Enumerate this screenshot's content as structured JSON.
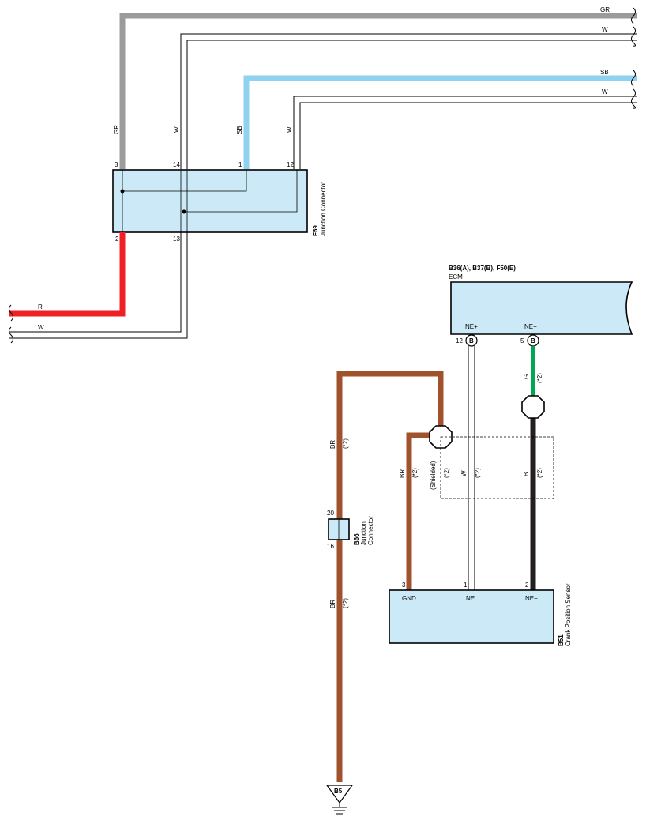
{
  "colors": {
    "GR": "#9b9b9b",
    "SB": "#8fd2ef",
    "R": "#ee2025",
    "BR": "#a0522d",
    "G": "#00a651",
    "B": "#231f20",
    "box_fill": "#cce9f7"
  },
  "junction_f59": {
    "code": "F59",
    "name": "Junction Connector",
    "pins_top": [
      "3",
      "14",
      "1",
      "12"
    ],
    "pins_bottom": [
      "2",
      "13"
    ]
  },
  "ecm": {
    "codes": "B36(A), B37(B), F50(E)",
    "name": "ECM",
    "pin_ne_plus": {
      "num": "12",
      "conn": "B",
      "label": "NE+"
    },
    "pin_ne_minus": {
      "num": "5",
      "conn": "B",
      "label": "NE−"
    }
  },
  "junction_b66": {
    "code": "B66",
    "name_1": "Junction",
    "name_2": "Connector",
    "pin_top": "20",
    "pin_bottom": "16"
  },
  "sensor_b51": {
    "code": "B51",
    "name": "Crank Position Sensor",
    "pins": [
      {
        "num": "3",
        "label": "GND"
      },
      {
        "num": "1",
        "label": "NE"
      },
      {
        "num": "2",
        "label": "NE−"
      }
    ]
  },
  "ground": {
    "code": "B5"
  },
  "wire_labels": {
    "top_gr": "GR",
    "top_w1": "W",
    "top_sb": "SB",
    "top_w2": "W",
    "left_r": "R",
    "left_w": "W",
    "vert_gr": "GR",
    "vert_w1": "W",
    "vert_sb": "SB",
    "vert_w2": "W",
    "br": "BR",
    "g": "G",
    "b": "B",
    "w": "W",
    "note": "(*2)",
    "shielded": "(Shielded)"
  }
}
